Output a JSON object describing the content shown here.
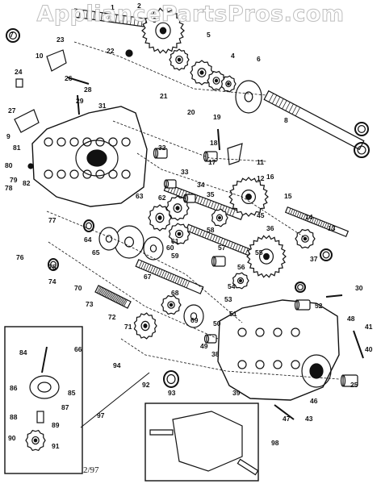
{
  "watermark": "AppliancePartsPros.com",
  "diagram_date": "2/97",
  "callouts": [
    "1",
    "2",
    "3",
    "4",
    "5",
    "6",
    "7",
    "8",
    "9",
    "10",
    "11",
    "12",
    "13",
    "14",
    "15",
    "16",
    "17",
    "18",
    "19",
    "20",
    "21",
    "22",
    "23",
    "24",
    "25",
    "26",
    "27",
    "28",
    "29",
    "30",
    "31",
    "32",
    "33",
    "34",
    "35",
    "36",
    "37",
    "38",
    "39",
    "40",
    "41",
    "43",
    "45",
    "46",
    "47",
    "48",
    "49",
    "50",
    "51",
    "52",
    "53",
    "54",
    "55",
    "56",
    "57",
    "58",
    "59",
    "60",
    "61",
    "62",
    "63",
    "64",
    "65",
    "66",
    "67",
    "68",
    "69",
    "70",
    "71",
    "72",
    "73",
    "74",
    "75",
    "76",
    "77",
    "78",
    "79",
    "80",
    "81",
    "82",
    "84",
    "85",
    "86",
    "87",
    "88",
    "89",
    "90",
    "91",
    "92",
    "93",
    "94",
    "97",
    "98"
  ],
  "colors": {
    "ink": "#111111",
    "paper": "#ffffff"
  }
}
